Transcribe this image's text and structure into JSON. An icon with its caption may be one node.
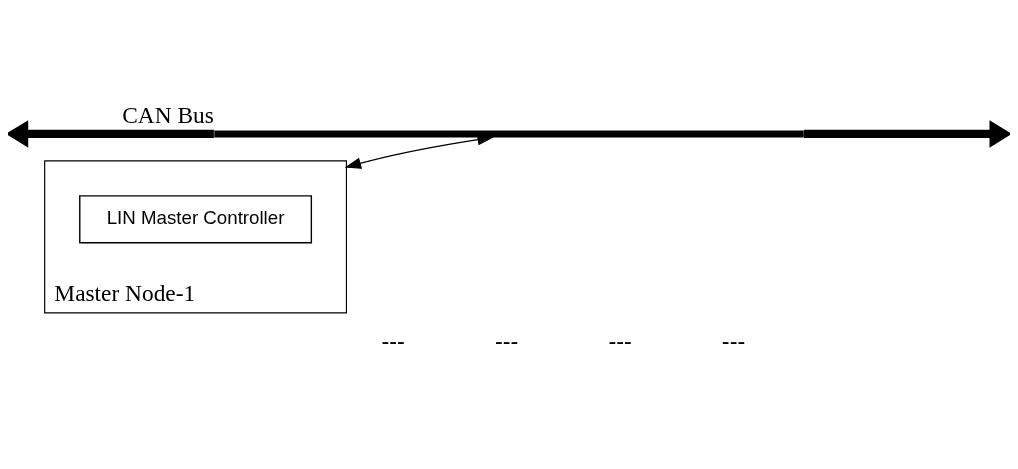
{
  "diagram": {
    "nodes": [
      {
        "text": [
          "CAN Bus"
        ]
      },
      {
        "text": [
          "Master Node-1"
        ]
      },
      {
        "text": [
          "LIN Master Controller"
        ],
        "in": 1
      }
    ],
    "edges": [
      {
        "from": 0,
        "to": null,
        "arrow": "to"
      },
      {
        "from": 0,
        "to": null,
        "arrow": "to"
      },
      {
        "from": 0,
        "to": 1,
        "arrow": "both"
      }
    ],
    "labels": [
      "---",
      "---",
      "---",
      "---"
    ]
  }
}
